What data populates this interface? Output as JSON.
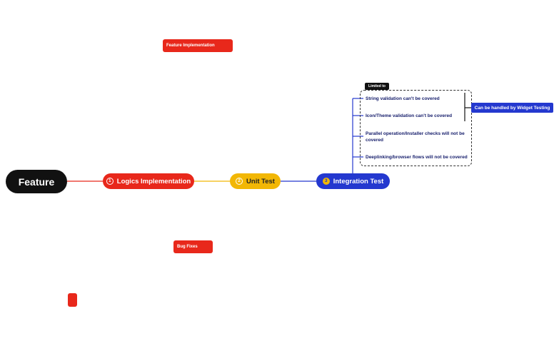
{
  "root": {
    "label": "Feature"
  },
  "nodes": {
    "logic": {
      "number": "1",
      "label": "Logics Implementation"
    },
    "unit": {
      "number": "2",
      "label": "Unit Test"
    },
    "integration": {
      "number": "3",
      "label": "Integration Test"
    }
  },
  "tags": {
    "feature_implementation": "Feature Implementation",
    "bug_fixes": "Bug Fixes"
  },
  "limits": {
    "header": "Limited to",
    "items": [
      "String validation can't be covered",
      "Icon/Theme validation can't be covered",
      "Parallel operation/Installer checks will not be covered",
      "Deeplinking/browser flows will not be covered"
    ],
    "grouped_note": "Can be handled by Widget Testing"
  },
  "colors": {
    "root": "#111111",
    "logic": "#e8281b",
    "unit": "#f2b705",
    "integration": "#2438cf",
    "item_text": "#151d6b"
  }
}
